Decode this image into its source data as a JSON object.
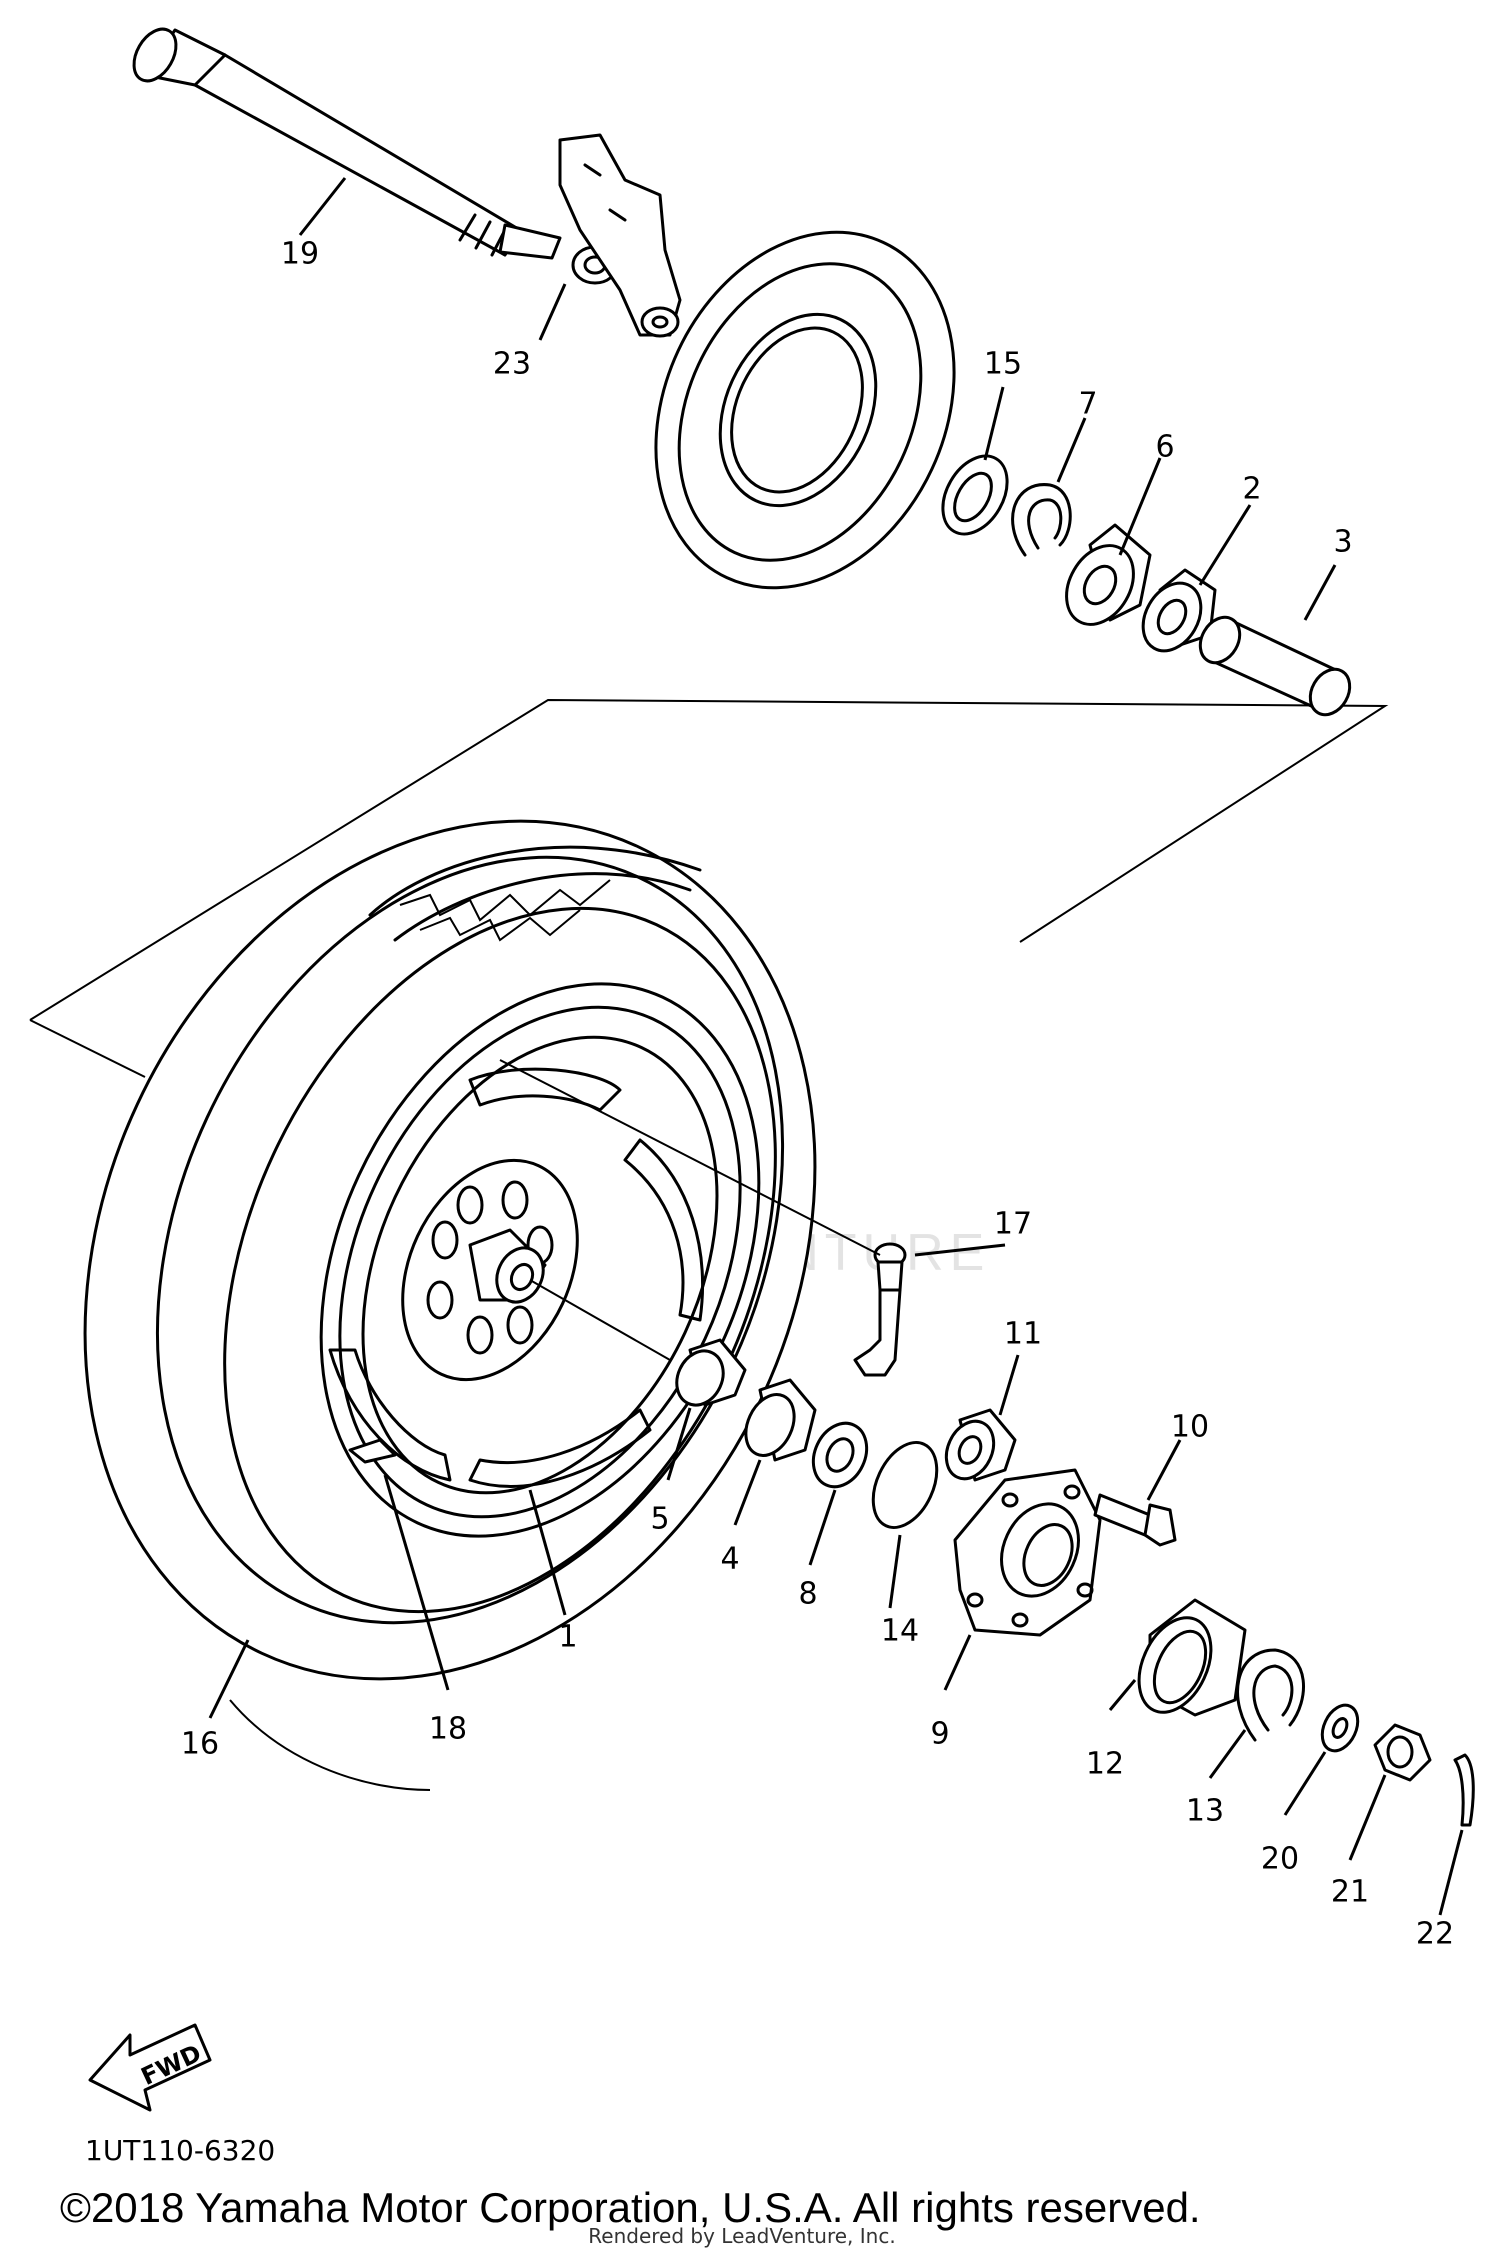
{
  "diagram": {
    "part_number": "1UT110-6320",
    "copyright": "©2018 Yamaha Motor Corporation, U.S.A. All rights reserved.",
    "rendered_by": "Rendered by LeadVenture, Inc.",
    "watermark": "LEADVENTURE",
    "fwd_label": "FWD",
    "callouts": [
      {
        "id": "c1",
        "label": "1"
      },
      {
        "id": "c2",
        "label": "2"
      },
      {
        "id": "c3",
        "label": "3"
      },
      {
        "id": "c4",
        "label": "4"
      },
      {
        "id": "c5",
        "label": "5"
      },
      {
        "id": "c6",
        "label": "6"
      },
      {
        "id": "c7",
        "label": "7"
      },
      {
        "id": "c8",
        "label": "8"
      },
      {
        "id": "c9",
        "label": "9"
      },
      {
        "id": "c10",
        "label": "10"
      },
      {
        "id": "c11",
        "label": "11"
      },
      {
        "id": "c12",
        "label": "12"
      },
      {
        "id": "c13",
        "label": "13"
      },
      {
        "id": "c14",
        "label": "14"
      },
      {
        "id": "c15",
        "label": "15"
      },
      {
        "id": "c16",
        "label": "16"
      },
      {
        "id": "c17",
        "label": "17"
      },
      {
        "id": "c18",
        "label": "18"
      },
      {
        "id": "c19",
        "label": "19"
      },
      {
        "id": "c20",
        "label": "20"
      },
      {
        "id": "c21",
        "label": "21"
      },
      {
        "id": "c22",
        "label": "22"
      },
      {
        "id": "c23",
        "label": "23"
      }
    ]
  }
}
